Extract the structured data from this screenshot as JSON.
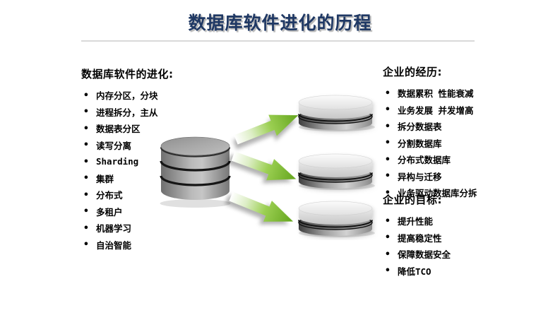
{
  "title": "数据库软件进化的历程",
  "colors": {
    "title_navy": "#1F3864",
    "divider_gray": "#D9D9D9",
    "arrow_green": "#76B82A",
    "database_gray": "#9A9A9A"
  },
  "left_panel": {
    "heading": "数据库软件的进化:",
    "items": [
      "内存分区，分块",
      "进程拆分，主从",
      "数据表分区",
      "读写分离",
      "Sharding",
      "集群",
      "分布式",
      "多租户",
      "机器学习",
      "自治智能"
    ]
  },
  "right_panel": {
    "experience": {
      "heading": "企业的经历:",
      "items": [
        "数据累积 性能衰减",
        "业务发展 并发增高",
        "拆分数据表",
        "分割数据库",
        "分布式数据库",
        "异构与迁移",
        "业务驱动数据库分拆"
      ]
    },
    "goals": {
      "heading": "企业的目标:",
      "items": [
        "提升性能",
        "提高稳定性",
        "保障数据安全",
        "降低TCO"
      ]
    }
  },
  "diagram": {
    "source_icon": "database-cylinder-icon",
    "target_icons": [
      "database-stack-icon",
      "database-stack-icon",
      "database-stack-icon"
    ],
    "arrow_icons": [
      "arrow-up-right-icon",
      "arrow-right-icon",
      "arrow-down-right-icon"
    ]
  }
}
